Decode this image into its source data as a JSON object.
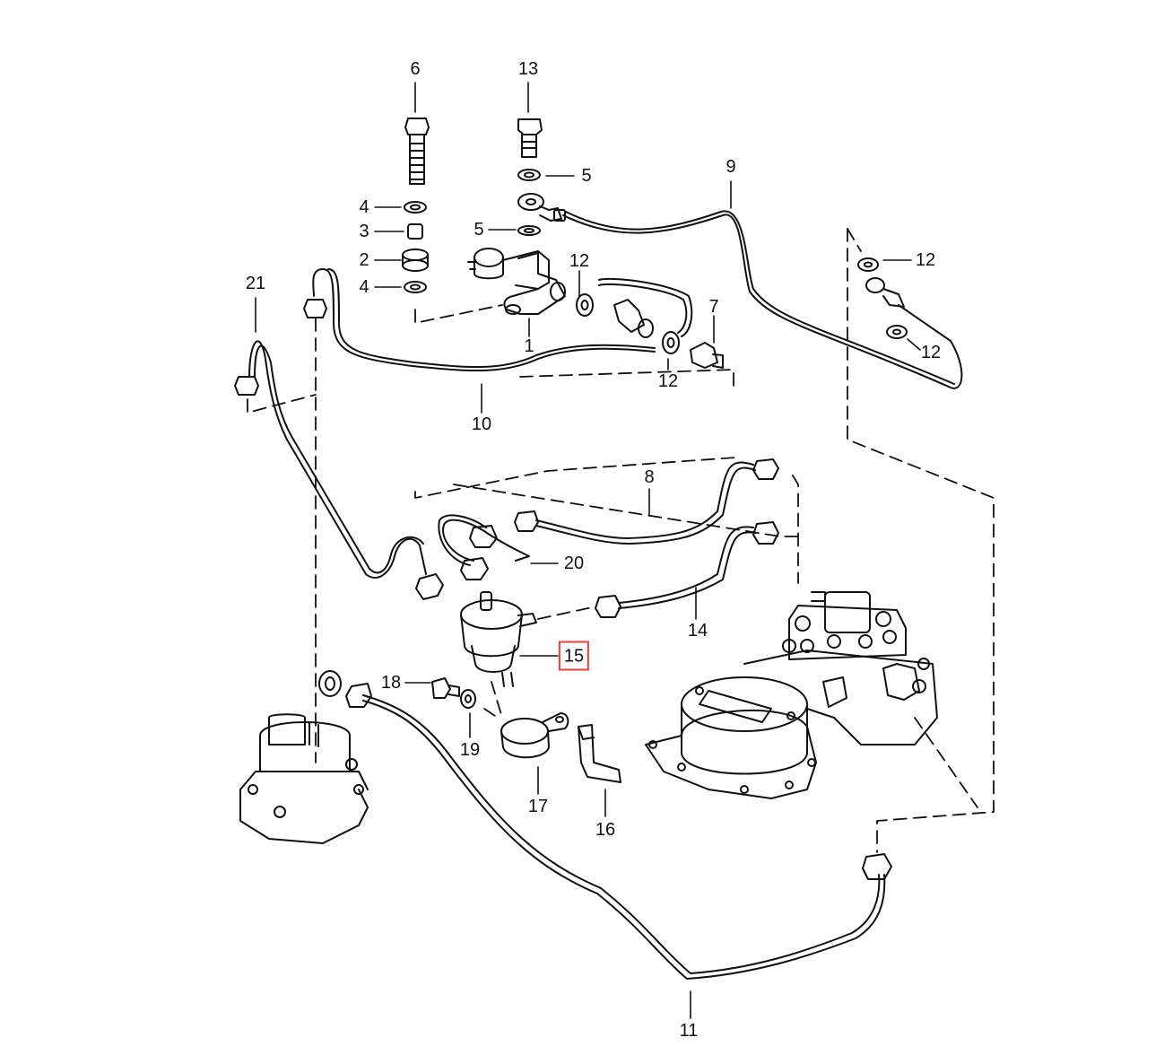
{
  "diagram": {
    "callouts": [
      {
        "id": "c6",
        "label": "6"
      },
      {
        "id": "c13",
        "label": "13"
      },
      {
        "id": "c5a",
        "label": "5"
      },
      {
        "id": "c5b",
        "label": "5"
      },
      {
        "id": "c9",
        "label": "9"
      },
      {
        "id": "c4a",
        "label": "4"
      },
      {
        "id": "c3",
        "label": "3"
      },
      {
        "id": "c2",
        "label": "2"
      },
      {
        "id": "c4b",
        "label": "4"
      },
      {
        "id": "c12a",
        "label": "12"
      },
      {
        "id": "c12b",
        "label": "12"
      },
      {
        "id": "c12c",
        "label": "12"
      },
      {
        "id": "c12d",
        "label": "12"
      },
      {
        "id": "c21",
        "label": "21"
      },
      {
        "id": "c1",
        "label": "1"
      },
      {
        "id": "c7",
        "label": "7"
      },
      {
        "id": "c10",
        "label": "10"
      },
      {
        "id": "c8",
        "label": "8"
      },
      {
        "id": "c20",
        "label": "20"
      },
      {
        "id": "c14",
        "label": "14"
      },
      {
        "id": "c15",
        "label": "15"
      },
      {
        "id": "c18",
        "label": "18"
      },
      {
        "id": "c19",
        "label": "19"
      },
      {
        "id": "c17",
        "label": "17"
      },
      {
        "id": "c16",
        "label": "16"
      },
      {
        "id": "c11",
        "label": "11"
      }
    ],
    "highlighted_part": "15",
    "highlight_color": "#e8413a",
    "line_color": "#111111"
  }
}
